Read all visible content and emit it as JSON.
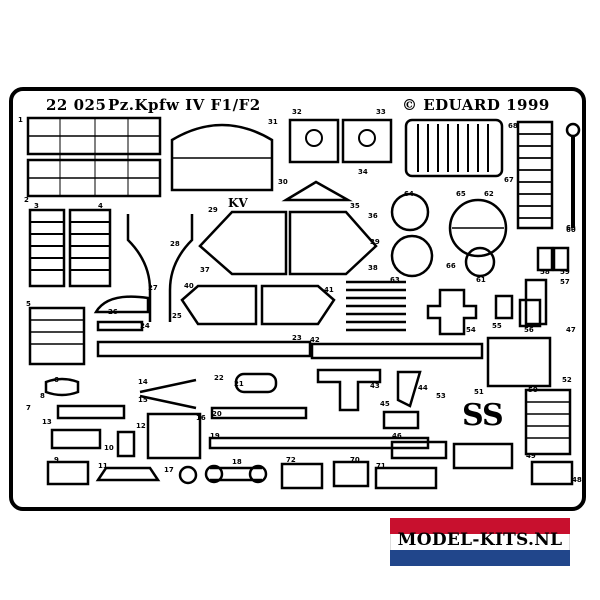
{
  "header": {
    "code": "22 025",
    "name": "Pz.Kpfw IV F1/F2",
    "copyright": "© EDUARD 1999"
  },
  "marks": {
    "kv": "KV",
    "ss": "SS"
  },
  "part_numbers": [
    "1",
    "2",
    "3",
    "4",
    "5",
    "6",
    "7",
    "8",
    "9",
    "10",
    "11",
    "12",
    "13",
    "14",
    "15",
    "16",
    "17",
    "18",
    "19",
    "20",
    "21",
    "22",
    "23",
    "24",
    "25",
    "26",
    "27",
    "28",
    "29",
    "30",
    "31",
    "32",
    "33",
    "34",
    "35",
    "36",
    "37",
    "38",
    "39",
    "40",
    "41",
    "42",
    "43",
    "44",
    "45",
    "46",
    "47",
    "48",
    "49",
    "50",
    "51",
    "52",
    "53",
    "54",
    "55",
    "56",
    "57",
    "58",
    "59",
    "60",
    "61",
    "62",
    "63",
    "64",
    "65",
    "66",
    "67",
    "68",
    "69",
    "70",
    "71",
    "72"
  ],
  "watermark": {
    "text": "MODEL-KITS.NL",
    "colors": [
      "#c8102e",
      "#ffffff",
      "#21468b"
    ]
  }
}
